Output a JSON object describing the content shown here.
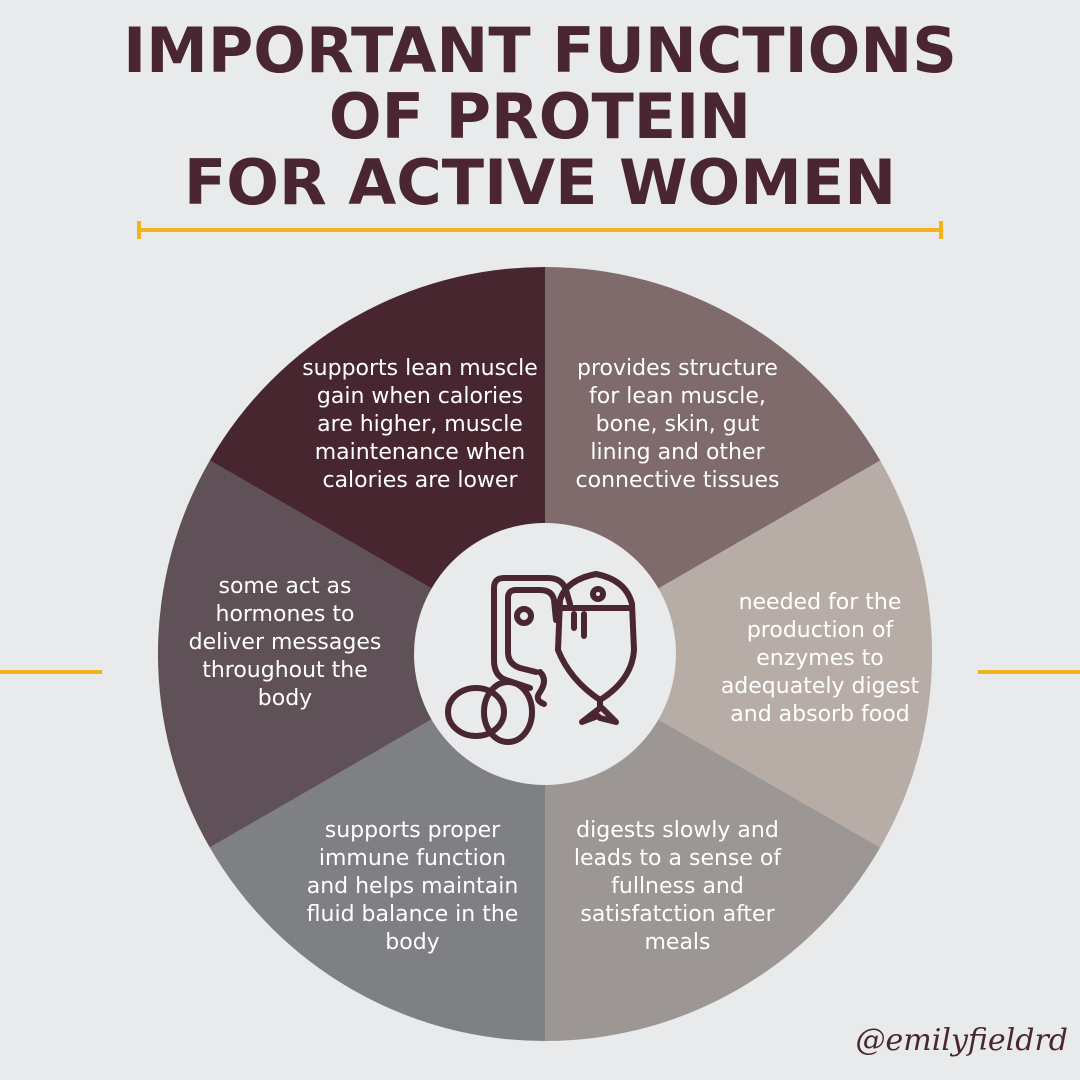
{
  "title": {
    "line1": "IMPORTANT FUNCTIONS",
    "line2": "OF PROTEIN",
    "line3": "FOR ACTIVE WOMEN"
  },
  "colors": {
    "background": "#e9eaeb",
    "title": "#4a2630",
    "accent": "#f5b31b",
    "center": "#e9eaeb",
    "icon": "#4a2630"
  },
  "segments": [
    {
      "text": "supports lean muscle gain when calories are higher, muscle maintenance when calories are lower",
      "color": "#7f6b6c"
    },
    {
      "text": "provides structure for lean muscle, bone, skin, gut lining and other connective tissues",
      "color": "#b8ada6"
    },
    {
      "text": "needed for the production of enzymes to adequately digest and absorb food",
      "color": "#9c9794"
    },
    {
      "text": "digests slowly and leads to a sense of fullness and satisfatction after meals",
      "color": "#7e8084"
    },
    {
      "text": "supports proper immune function and helps maintain fluid balance in the body",
      "color": "#5f5157"
    },
    {
      "text": "some act as hormones to deliver messages throughout the body",
      "color": "#472630"
    }
  ],
  "center_icon": "protein-foods-icon",
  "handle": "@emilyfieldrd"
}
